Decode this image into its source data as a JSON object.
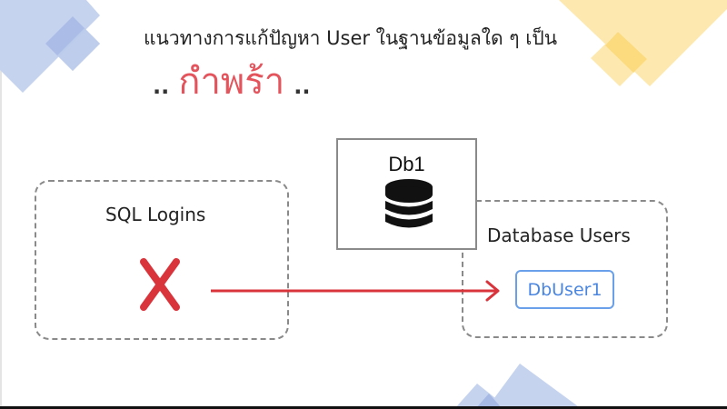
{
  "heading": {
    "line1": "แนวทางการแก้ปัญหา User ในฐานข้อมูลใด ๆ เป็น",
    "dots_left": "..",
    "emphasis": "กำพร้า",
    "dots_right": ".."
  },
  "diagram": {
    "sql_logins": {
      "label": "SQL Logins",
      "status_icon": "x-mark-icon"
    },
    "database": {
      "label": "Db1",
      "icon": "database-icon"
    },
    "database_users": {
      "label": "Database Users",
      "users": [
        "DbUser1"
      ]
    },
    "arrow": {
      "from": "SQL Logins",
      "to": "DbUser1",
      "icon": "arrow-right-icon"
    }
  },
  "colors": {
    "emphasis_red": "#e4545c",
    "x_red": "#d9343c",
    "arrow_red": "#d9343c",
    "user_blue": "#4a86e0",
    "deco_blue": "#c5d3ee",
    "deco_blue_dark": "#a6b8e4",
    "deco_yellow": "#fde9b0",
    "deco_yellow_dark": "#fcd97a"
  }
}
